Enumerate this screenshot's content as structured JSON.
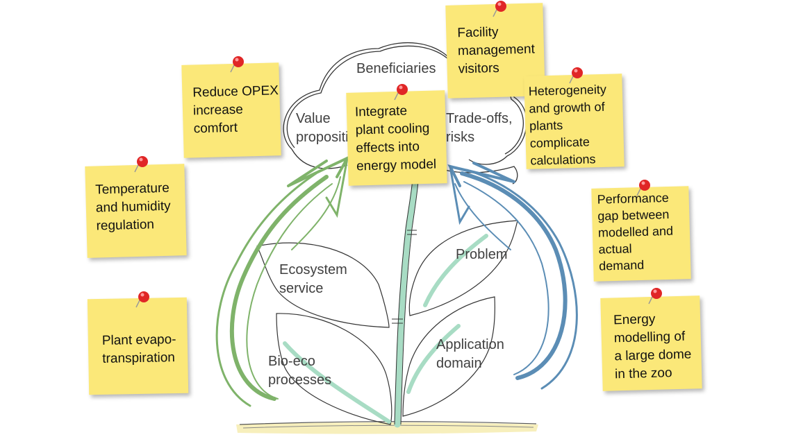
{
  "colors": {
    "note": "#fbe879",
    "green_arrow": "#7fb36a",
    "blue_arrow": "#5b8db5",
    "stem": "#a8dcc4",
    "ground": "#f6ecb0",
    "pin": "#e02626"
  },
  "diagram": {
    "labels": {
      "beneficiaries": "Beneficiaries",
      "value_proposition": "Value\npropositi",
      "tradeoffs": "Trade-offs,\nrisks",
      "ecosystem_service": "Ecosystem\nservice",
      "problem": "Problem",
      "bio_eco": "Bio-eco\nprocesses",
      "application_domain": "Application\ndomain"
    },
    "notes": {
      "reduce_opex": "Reduce OPEX\nincrease\ncomfort",
      "temperature": "Temperature\nand humidity\nregulation",
      "evapotranspiration": "Plant evapo-\ntranspiration",
      "integrate": "Integrate\nplant cooling\neffects into\nenergy model",
      "facility": "Facility\nmanagement\nvisitors",
      "heterogeneity": "Heterogeneity\nand growth of\nplants complicate\ncalculations",
      "performance_gap": "Performance\ngap between\nmodelled and\nactual\ndemand",
      "energy_modelling": "Energy\nmodelling of\na large dome\nin the zoo"
    }
  }
}
